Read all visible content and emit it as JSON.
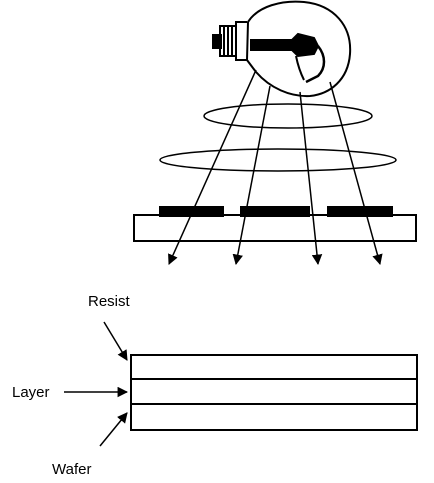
{
  "labels": {
    "resist": "Resist",
    "layer": "Layer",
    "wafer": "Wafer"
  },
  "colors": {
    "ink": "#000000",
    "paper": "#ffffff"
  },
  "icons": {
    "light_source": "light-bulb-icon"
  }
}
